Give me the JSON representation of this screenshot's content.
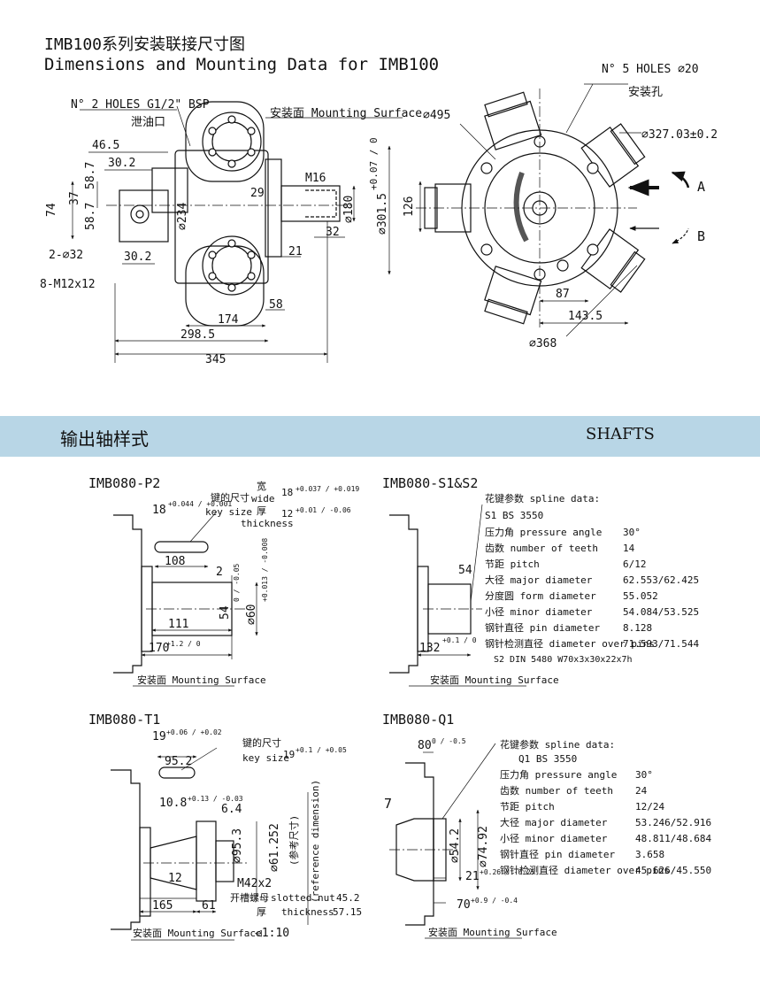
{
  "header": {
    "title_cn": "IMB100系列安装联接尺寸图",
    "title_en": "Dimensions and Mounting Data for IMB100"
  },
  "front_view": {
    "holes_label": "N° 2 HOLES G1/2\" BSP",
    "drain_label": "泄油口",
    "surface_label": "安装面 Mounting Surface",
    "dims": {
      "d46_5": "46.5",
      "d30_2_top": "30.2",
      "d58_7_a": "58.7",
      "d58_7_b": "58.7",
      "d74": "74",
      "d37": "37",
      "d30_2_bot": "30.2",
      "d32": "2-∅32",
      "m12": "8-M12x12",
      "d234": "∅234",
      "d29": "29",
      "m16": "M16",
      "d180": "∅180",
      "d301": "∅301.5",
      "d301_tol": "+0.07 / 0",
      "d32b": "32",
      "d21": "21",
      "d58": "58",
      "d174": "174",
      "d298": "298.5",
      "d345": "345"
    }
  },
  "side_view": {
    "holes_label": "N° 5 HOLES ∅20",
    "mount_hole_label": "安装孔",
    "d495": "∅495",
    "d327": "∅327.03±0.2",
    "d126": "126",
    "d87": "87",
    "d143": "143.5",
    "d368": "∅368",
    "dir_a": "A",
    "dir_b": "B"
  },
  "section": {
    "title_cn": "输出轴样式",
    "title_en": "SHAFTS"
  },
  "shaft_p2": {
    "title": "IMB080-P2",
    "key_cn": "键的尺寸",
    "key_en": "key size",
    "wide_cn": "宽",
    "wide_en": "wide",
    "wide_val": "18",
    "wide_tol": "+0.037 / +0.019",
    "thick_cn": "厚",
    "thick_en": "thickness",
    "thick_val": "12",
    "thick_tol": "+0.01 / -0.06",
    "key_width": "18",
    "key_width_tol": "+0.044 / +0.001",
    "d108": "108",
    "d2": "2",
    "d54": "54",
    "d54_tol": "0 / -0.05",
    "d60": "∅60",
    "d60_tol": "+0.013 / -0.008",
    "d111": "111",
    "d170": "170",
    "d170_tol": "+1.2 / 0",
    "surface_label": "安装面 Mounting Surface"
  },
  "shaft_s1": {
    "title": "IMB080-S1&S2",
    "spline_header": "花键参数 spline data:",
    "std": "S1 BS 3550",
    "rows": [
      {
        "label": "压力角 pressure angle",
        "value": "30°"
      },
      {
        "label": "齿数 number of teeth",
        "value": "14"
      },
      {
        "label": "节距 pitch",
        "value": "6/12"
      },
      {
        "label": "大径 major diameter",
        "value": "62.553/62.425"
      },
      {
        "label": "分度圆 form diameter",
        "value": "55.052"
      },
      {
        "label": "小径 minor diameter",
        "value": "54.084/53.525"
      },
      {
        "label": "钢针直径 pin diameter",
        "value": "8.128"
      },
      {
        "label": "钢针检测直径 diameter over pins",
        "value": "71.593/71.544"
      }
    ],
    "s2": "S2 DIN 5480 W70x3x30x22x7h",
    "d54": "54",
    "d132": "132",
    "d132_tol": "+0.1 / 0",
    "surface_label": "安装面 Mounting Surface"
  },
  "shaft_t1": {
    "title": "IMB080-T1",
    "d19": "19",
    "d19_tol": "+0.06 / +0.02",
    "key_cn": "键的尺寸",
    "key_en": "key size",
    "key_val": "19",
    "key_tol": "+0.1 / +0.05",
    "d95_2": "95.2",
    "d10_8": "10.8",
    "d10_8_tol": "+0.13 / -0.03",
    "d6_4": "6.4",
    "d95_3": "∅95.3",
    "d61": "∅61.252",
    "ref_cn": "(参考尺寸)",
    "ref_en": "(reference dimension)",
    "m42": "M42x2",
    "d12": "12",
    "nut_cn": "开槽螺母",
    "nut_en": "slotted nut",
    "nut_val": "45.2",
    "thick_cn": "厚",
    "thick_en": "thickness",
    "thick_val": "57.15",
    "d165": "165",
    "d61b": "61",
    "taper": "◁1:10",
    "surface_label": "安装面 Mounting Surface"
  },
  "shaft_q1": {
    "title": "IMB080-Q1",
    "d80": "80",
    "d80_tol": "0 / -0.5",
    "spline_header": "花键参数 spline data:",
    "std": "Q1 BS 3550",
    "rows": [
      {
        "label": "压力角 pressure angle",
        "value": "30°"
      },
      {
        "label": "齿数 number of teeth",
        "value": "24"
      },
      {
        "label": "节距 pitch",
        "value": "12/24"
      },
      {
        "label": "大径 major diameter",
        "value": "53.246/52.916"
      },
      {
        "label": "小径 minor diameter",
        "value": "48.811/48.684"
      },
      {
        "label": "钢针直径 pin diameter",
        "value": "3.658"
      },
      {
        "label": "钢针检测直径 diameter over pins",
        "value": "45.626/45.550"
      }
    ],
    "d7": "7",
    "d54_2": "∅54.2",
    "d74_92": "∅74.92",
    "d21": "21",
    "d21_tol": "+0.26 / -0.25",
    "d70": "70",
    "d70_tol": "+0.9 / -0.4",
    "surface_label": "安装面 Mounting Surface"
  }
}
